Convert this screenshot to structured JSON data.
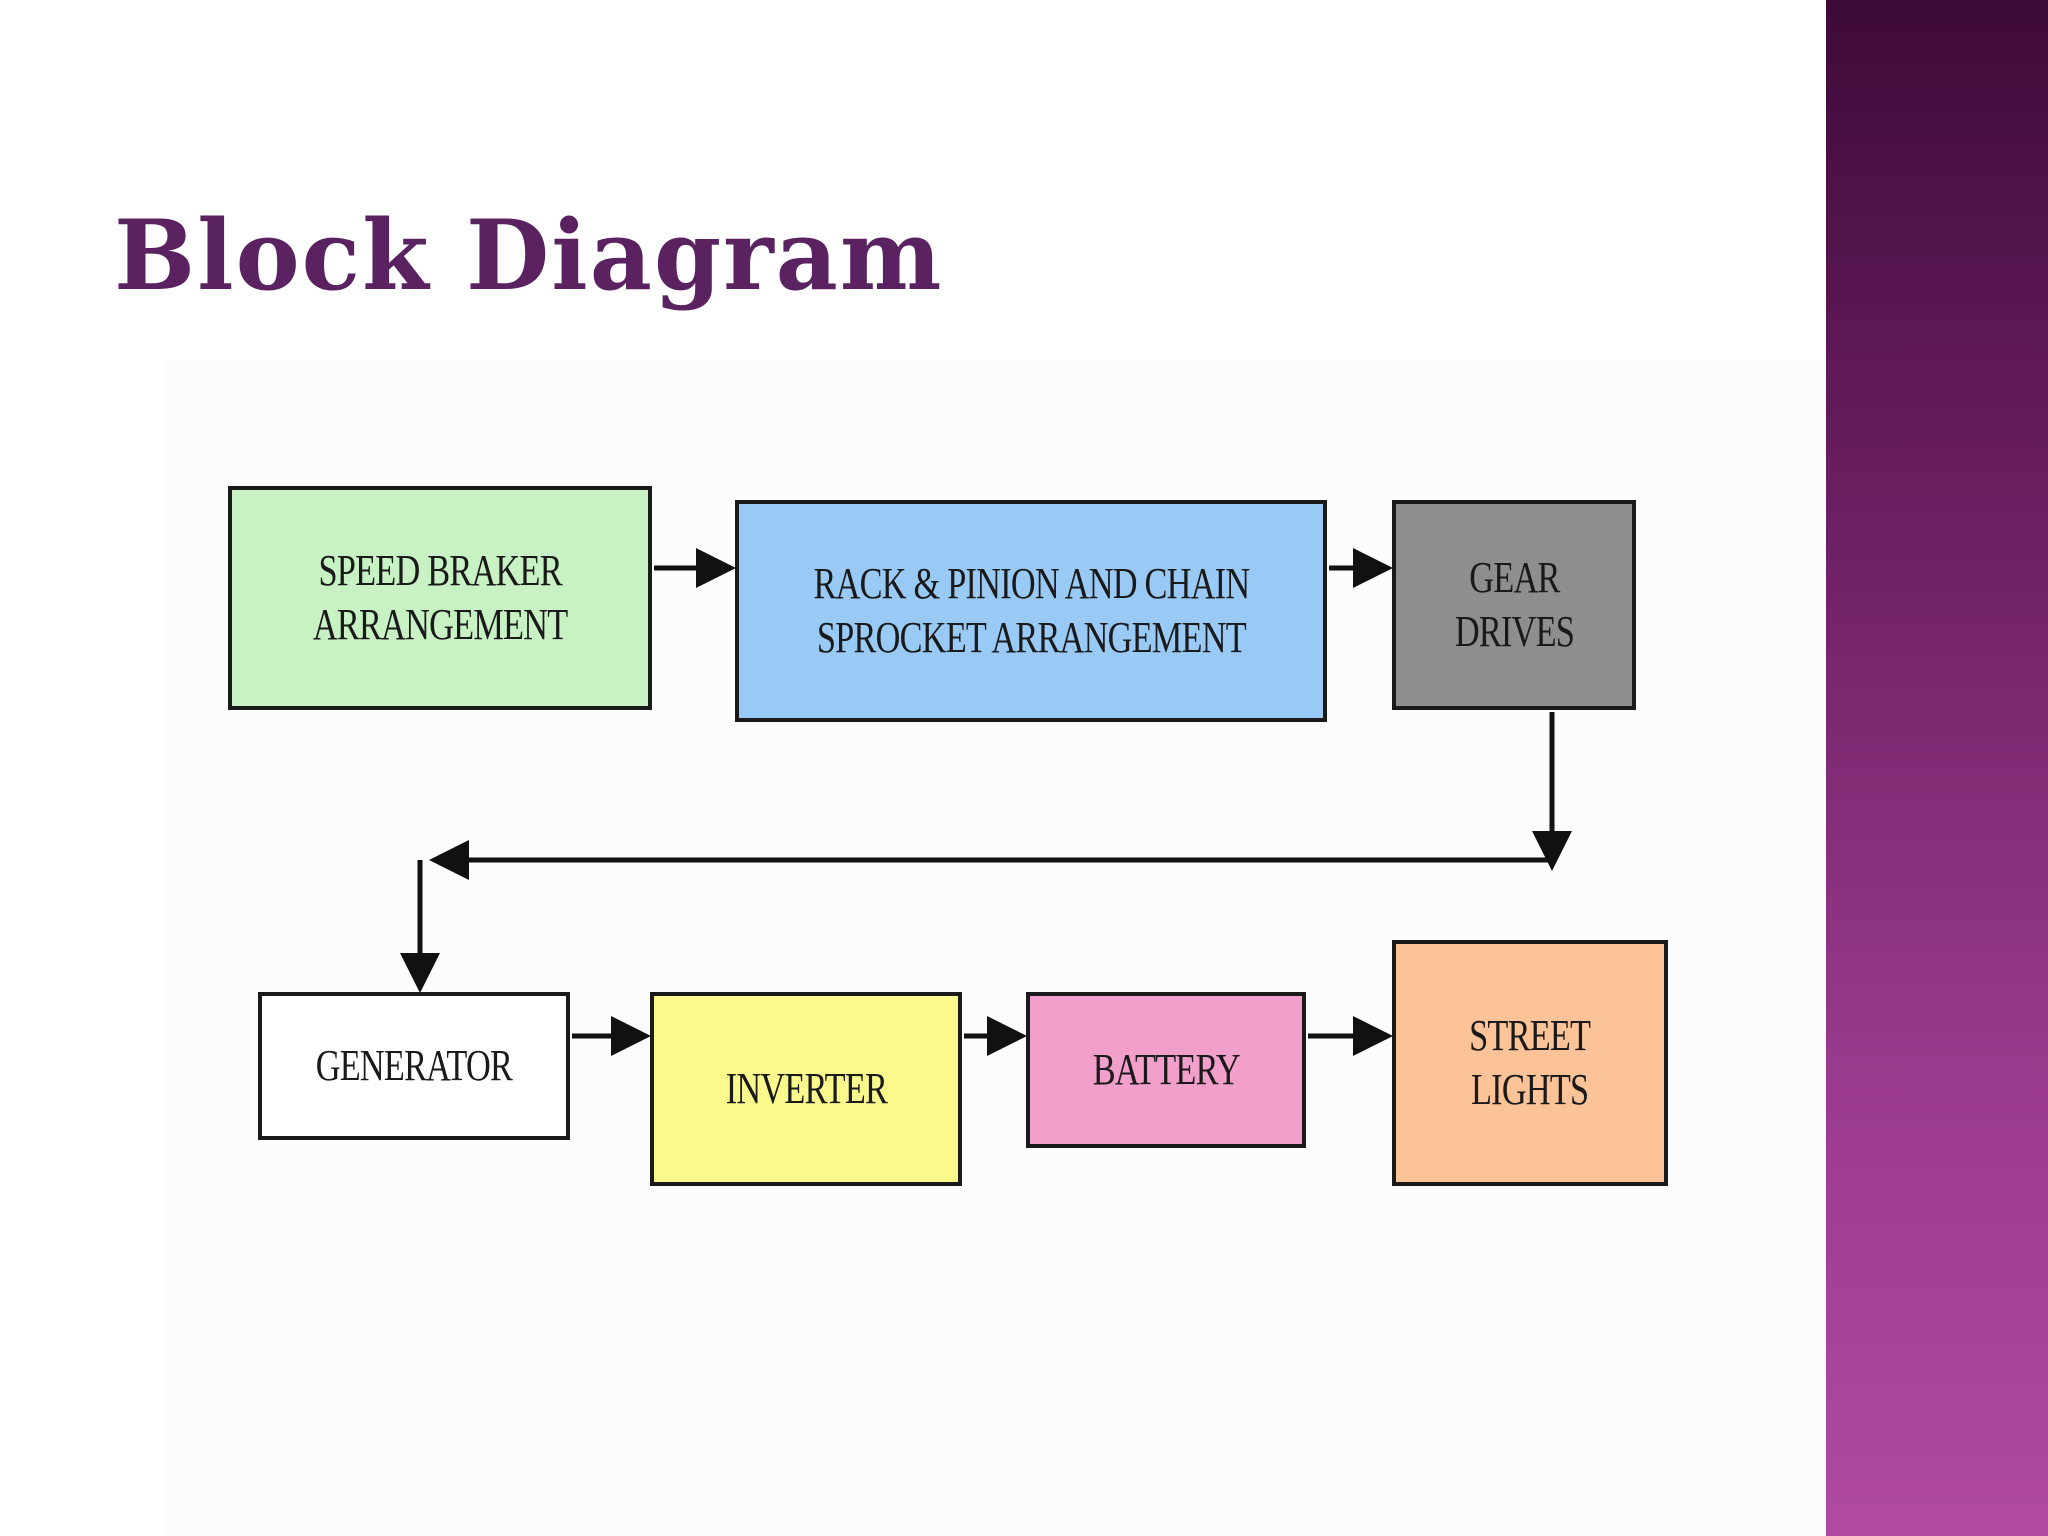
{
  "slide": {
    "title": "Block Diagram",
    "title_color": "#5b2262",
    "band_colors": [
      "#3d0a38",
      "#b04aa3"
    ]
  },
  "diagram": {
    "blocks": [
      {
        "id": "speed-braker",
        "label": "SPEED BRAKER\nARRANGEMENT",
        "fill": "#c8f2c4"
      },
      {
        "id": "rack-pinion",
        "label": "RACK & PINION AND CHAIN\nSPROCKET ARRANGEMENT",
        "fill": "#99c9f5"
      },
      {
        "id": "gear-drives",
        "label": "GEAR\nDRIVES",
        "fill": "#8e8e8e"
      },
      {
        "id": "generator",
        "label": "GENERATOR",
        "fill": "#ffffff"
      },
      {
        "id": "inverter",
        "label": "INVERTER",
        "fill": "#fafa8c"
      },
      {
        "id": "battery",
        "label": "BATTERY",
        "fill": "#f2a0cb"
      },
      {
        "id": "street-lights",
        "label": "STREET\nLIGHTS",
        "fill": "#fbc397"
      }
    ],
    "edges": [
      {
        "from": "speed-braker",
        "to": "rack-pinion"
      },
      {
        "from": "rack-pinion",
        "to": "gear-drives"
      },
      {
        "from": "gear-drives",
        "to": "generator"
      },
      {
        "from": "generator",
        "to": "inverter"
      },
      {
        "from": "inverter",
        "to": "battery"
      },
      {
        "from": "battery",
        "to": "street-lights"
      }
    ]
  }
}
